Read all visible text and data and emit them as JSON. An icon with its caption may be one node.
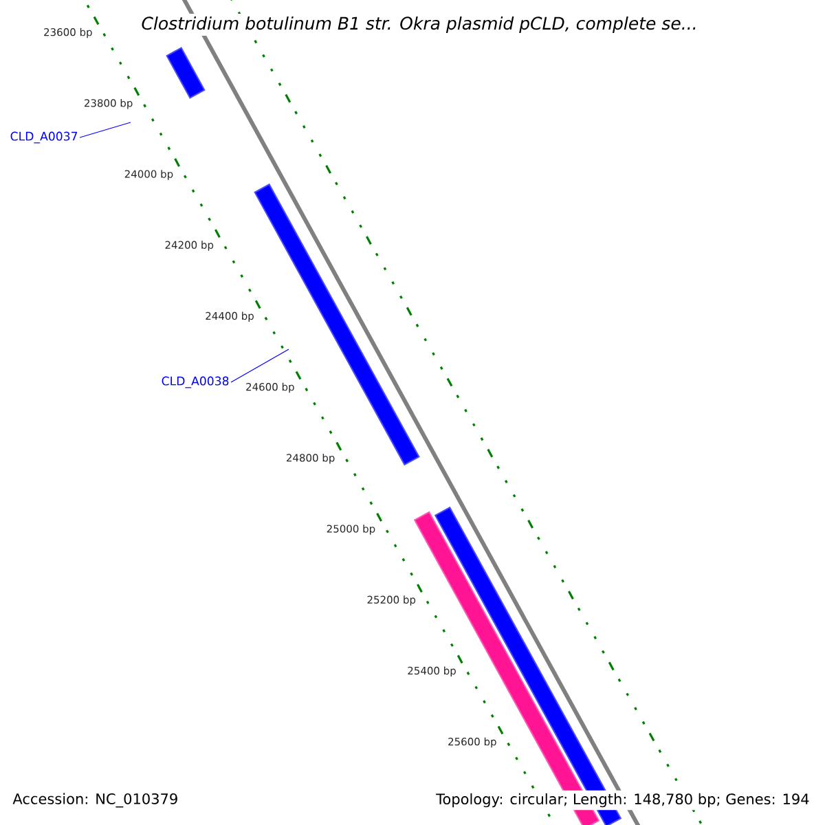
{
  "diagram": {
    "title": "Clostridium botulinum B1 str. Okra plasmid pCLD, complete se...",
    "nodes": [
      {
        "text": [],
        "shape": "bar"
      },
      {
        "text": [],
        "shape": "bar"
      },
      {
        "text": [],
        "shape": "bar"
      },
      {
        "text": [],
        "shape": "bar"
      },
      {
        "text": [
          "CLD_A0037"
        ]
      },
      {
        "text": [
          "CLD_A0038"
        ]
      }
    ],
    "edges": [
      {
        "from": 4,
        "to": null,
        "arrow": "none"
      },
      {
        "from": 5,
        "to": null,
        "arrow": "none"
      }
    ],
    "labels": [
      "23600 bp",
      "23800 bp",
      "24000 bp",
      "24200 bp",
      "24400 bp",
      "24600 bp",
      "24800 bp",
      "25000 bp",
      "25200 bp",
      "25400 bp",
      "25600 bp",
      "Accession: NC_010379",
      "Topology: circular; Length: 148,780 bp; Genes: 194"
    ]
  }
}
